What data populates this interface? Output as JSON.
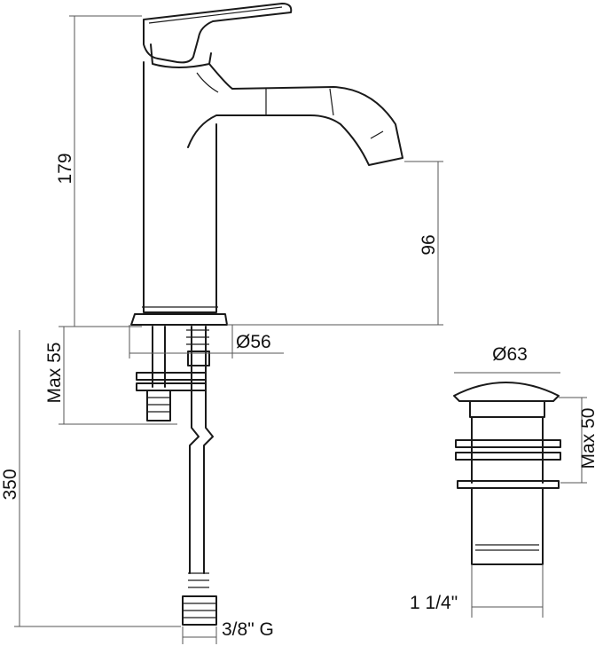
{
  "dimensions": {
    "faucet_height": "179",
    "spout_height": "96",
    "base_diameter": "Ø56",
    "max_deck_thickness": "Max 55",
    "hose_length": "350",
    "hose_thread": "3/8\" G",
    "waste_diameter": "Ø63",
    "waste_max_thickness": "Max 50",
    "waste_thread": "1 1/4\""
  },
  "colors": {
    "line": "#1a1a1a",
    "dimension": "#555555"
  }
}
